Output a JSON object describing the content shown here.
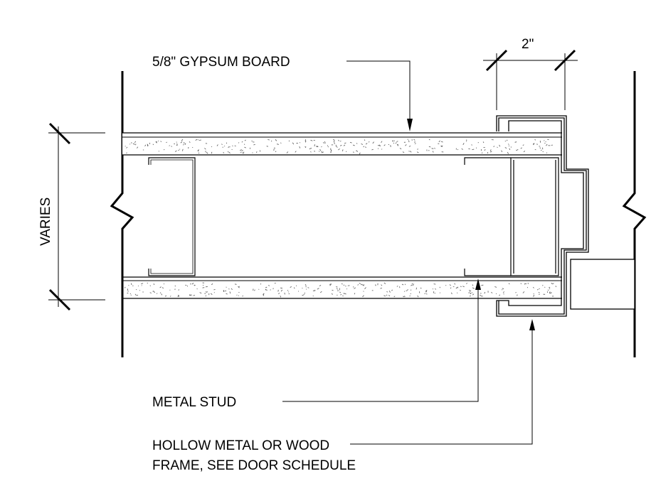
{
  "labels": {
    "gypsum": "5/8\" GYPSUM BOARD",
    "dimension_top": "2\"",
    "dimension_left": "VARIES",
    "metal_stud": "METAL STUD",
    "frame_line1": "HOLLOW METAL OR WOOD",
    "frame_line2": "FRAME, SEE DOOR SCHEDULE"
  },
  "colors": {
    "line": "#000000",
    "background": "#ffffff",
    "speckle": "#555555"
  }
}
